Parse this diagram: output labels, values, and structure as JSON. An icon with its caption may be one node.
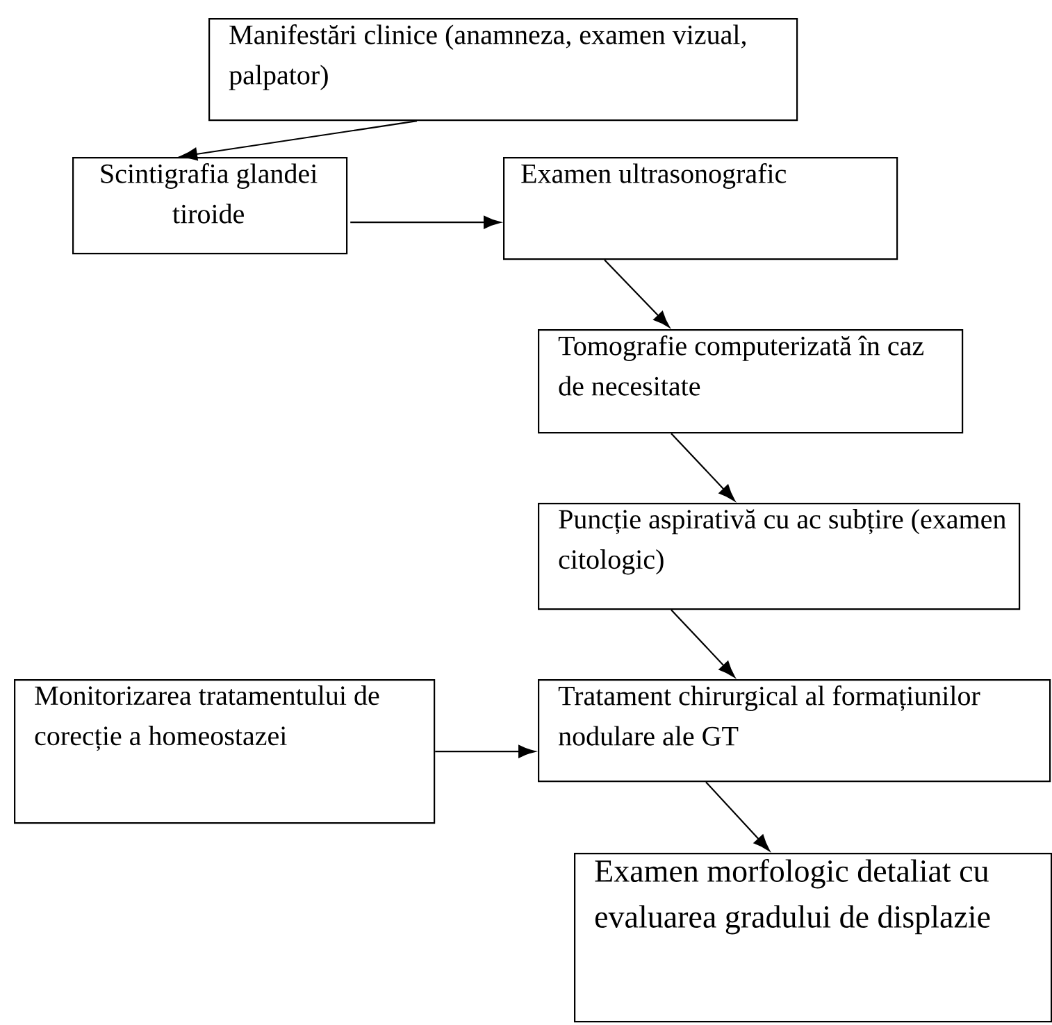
{
  "diagram": {
    "nodes": [
      {
        "text": [
          "Manifestări clinice (anamneza, examen vizual, palpator)"
        ]
      },
      {
        "text": [
          "Scintigrafia glandei tiroide"
        ]
      },
      {
        "text": [
          "Examen ultrasonografic"
        ]
      },
      {
        "text": [
          "Tomografie computerizată în caz de necesitate"
        ]
      },
      {
        "text": [
          "Puncție aspirativă cu ac subțire (examen citologic)"
        ]
      },
      {
        "text": [
          "Monitorizarea tratamentului de corecție a homeostazei"
        ]
      },
      {
        "text": [
          "Tratament chirurgical al formațiunilor nodulare ale GT"
        ]
      },
      {
        "text": [
          "Examen morfologic detaliat cu evaluarea gradului de displazie"
        ]
      }
    ],
    "edges": [
      {
        "from": 0,
        "to": 1,
        "arrow": "to"
      },
      {
        "from": 1,
        "to": 2,
        "arrow": "to"
      },
      {
        "from": 2,
        "to": 3,
        "arrow": "to"
      },
      {
        "from": 3,
        "to": 4,
        "arrow": "to"
      },
      {
        "from": 4,
        "to": 6,
        "arrow": "to"
      },
      {
        "from": 5,
        "to": 6,
        "arrow": "to"
      },
      {
        "from": 6,
        "to": 7,
        "arrow": "to"
      }
    ]
  }
}
